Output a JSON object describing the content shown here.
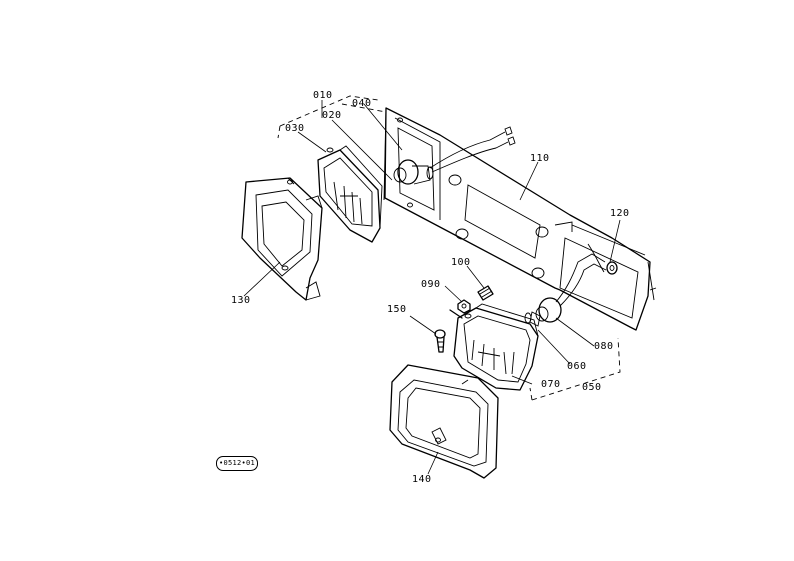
{
  "diagram": {
    "callouts": [
      {
        "id": "c010",
        "text": "010"
      },
      {
        "id": "c020",
        "text": "020"
      },
      {
        "id": "c030",
        "text": "030"
      },
      {
        "id": "c040",
        "text": "040"
      },
      {
        "id": "c110",
        "text": "110"
      },
      {
        "id": "c120",
        "text": "120"
      },
      {
        "id": "c100",
        "text": "100"
      },
      {
        "id": "c090",
        "text": "090"
      },
      {
        "id": "c150",
        "text": "150"
      },
      {
        "id": "c130",
        "text": "130"
      },
      {
        "id": "c080",
        "text": "080"
      },
      {
        "id": "c060",
        "text": "060"
      },
      {
        "id": "c070",
        "text": "070"
      },
      {
        "id": "c050",
        "text": "050"
      },
      {
        "id": "c140",
        "text": "140"
      }
    ],
    "reference_code": "•0512•01"
  }
}
